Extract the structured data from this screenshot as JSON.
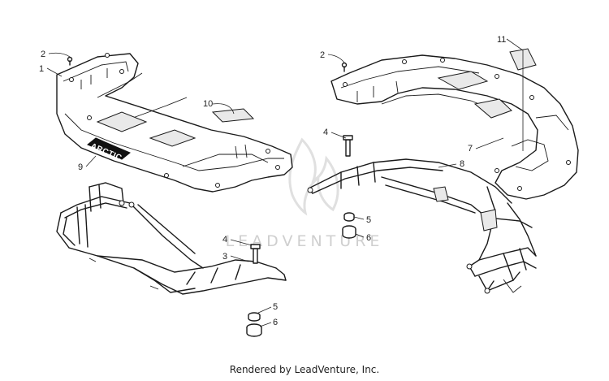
{
  "diagram": {
    "callouts": [
      "1",
      "2",
      "3",
      "4",
      "5",
      "6",
      "7",
      "8",
      "9",
      "10",
      "11",
      "2",
      "4",
      "5",
      "6"
    ],
    "decal_text": "ARCTIC CAT",
    "watermark": "LEADVENTURE",
    "footer": "Rendered by LeadVenture, Inc."
  }
}
